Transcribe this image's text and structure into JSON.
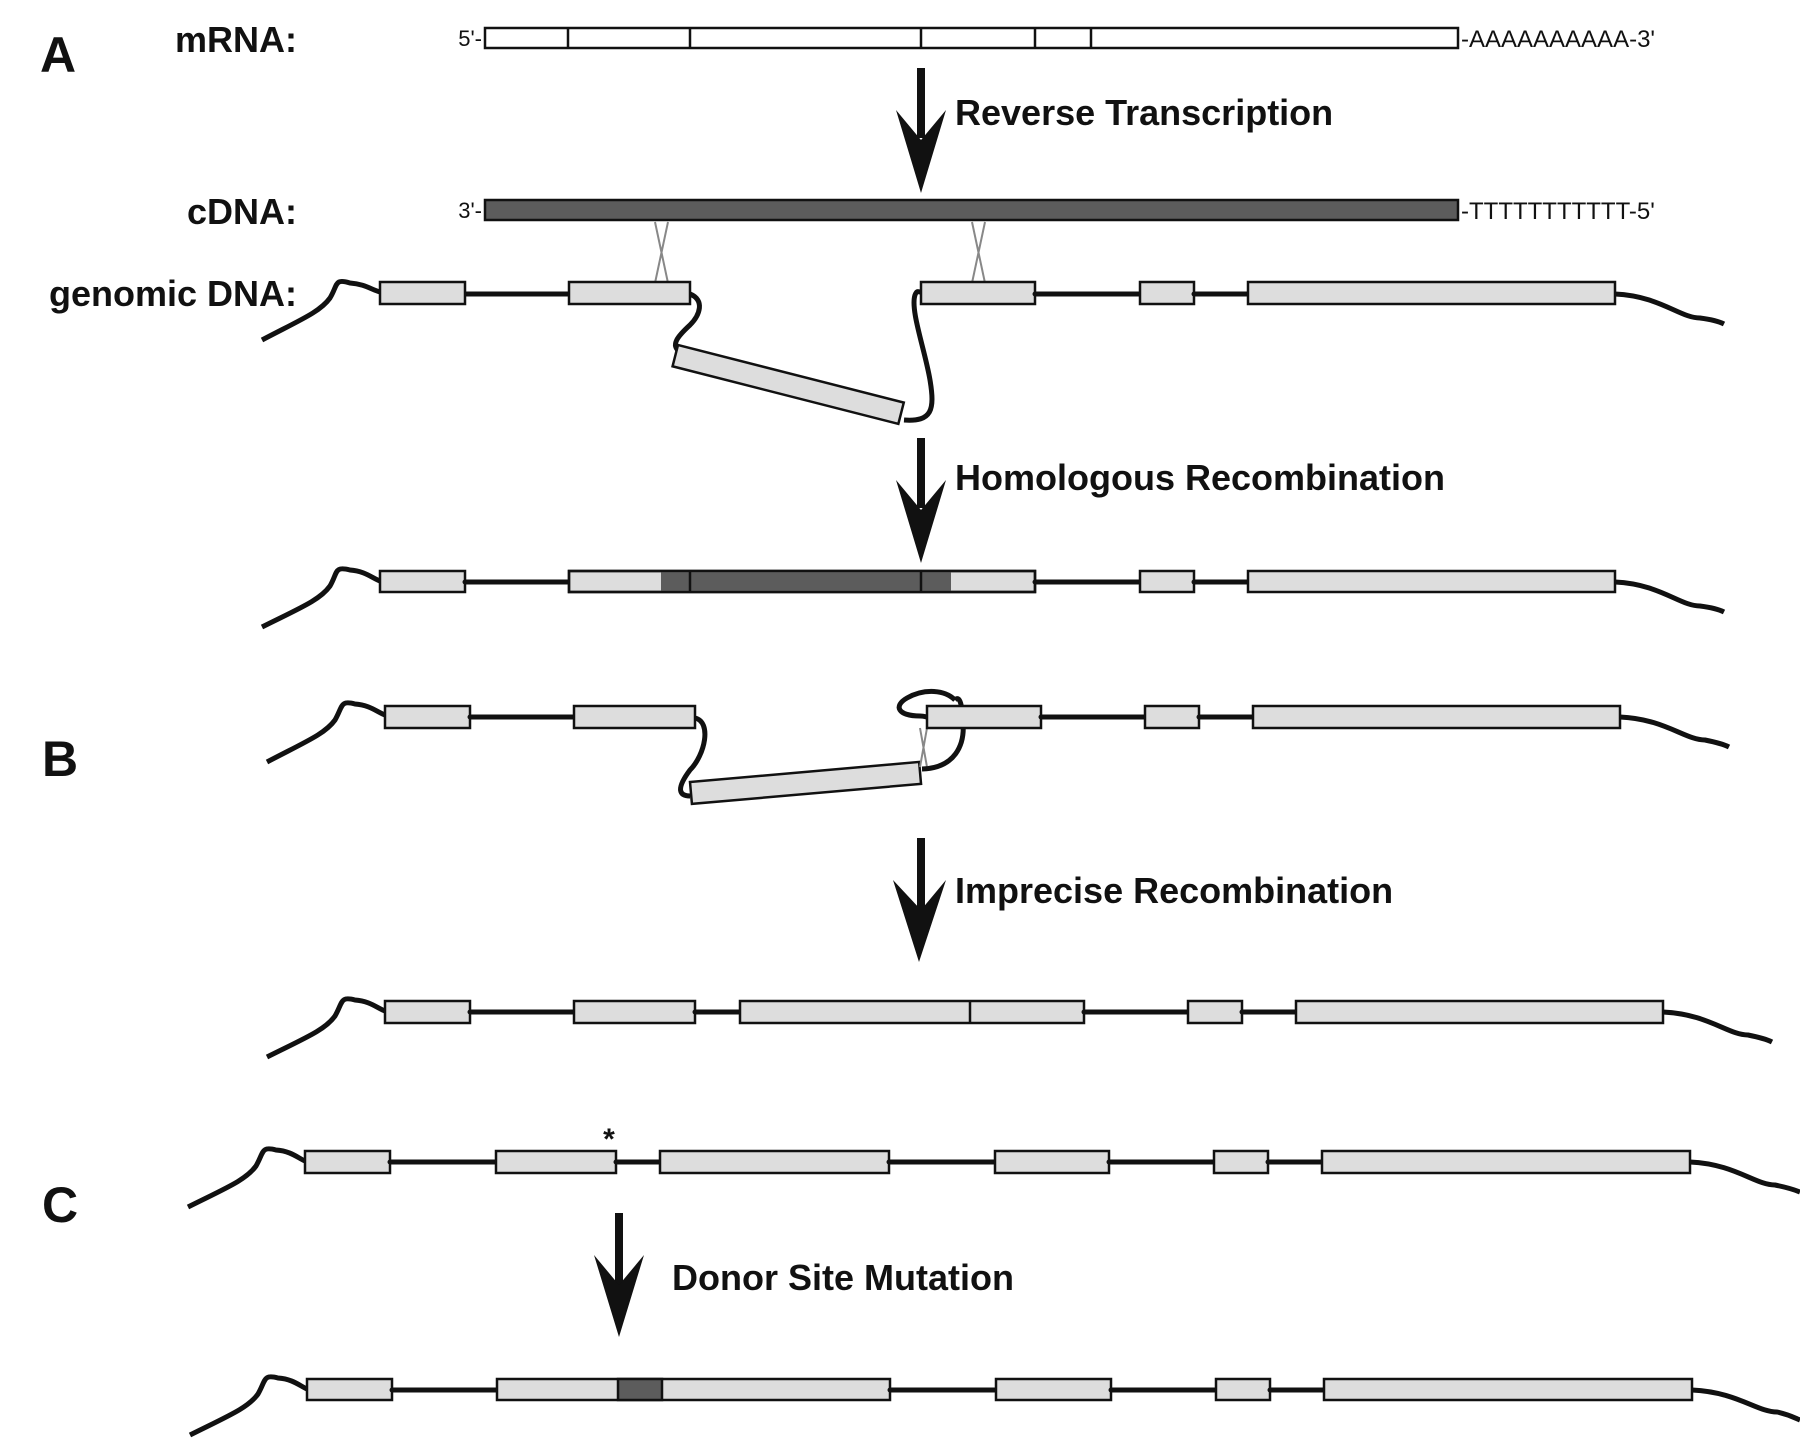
{
  "panels": {
    "a": "A",
    "b": "B",
    "c": "C"
  },
  "labels": {
    "mrna": "mRNA:",
    "cdna": "cDNA:",
    "genomic": "genomic DNA:",
    "mrna_5": "5'-",
    "mrna_tail": "-AAAAAAAAAA-3'",
    "cdna_3": "3'-",
    "cdna_tail": "-TTTTTTTTTTT-5'",
    "mutation_marker": "*"
  },
  "steps": {
    "reverse_transcription": "Reverse Transcription",
    "homologous_recombination": "Homologous Recombination",
    "imprecise_recombination": "Imprecise Recombination",
    "donor_site_mutation": "Donor Site Mutation"
  },
  "colors": {
    "exon_fill": "#dddddd",
    "cdna_fill": "#5c5c5c",
    "line": "#111111",
    "crossover": "#888888"
  }
}
